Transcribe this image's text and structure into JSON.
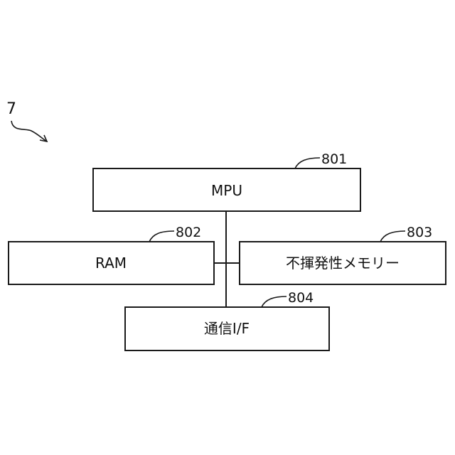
{
  "figure": {
    "ref": "7"
  },
  "blocks": {
    "mpu": {
      "label": "MPU",
      "ref": "801"
    },
    "ram": {
      "label": "RAM",
      "ref": "802"
    },
    "nvm": {
      "label": "不揮発性メモリー",
      "ref": "803"
    },
    "comm": {
      "label": "通信I/F",
      "ref": "804"
    }
  }
}
